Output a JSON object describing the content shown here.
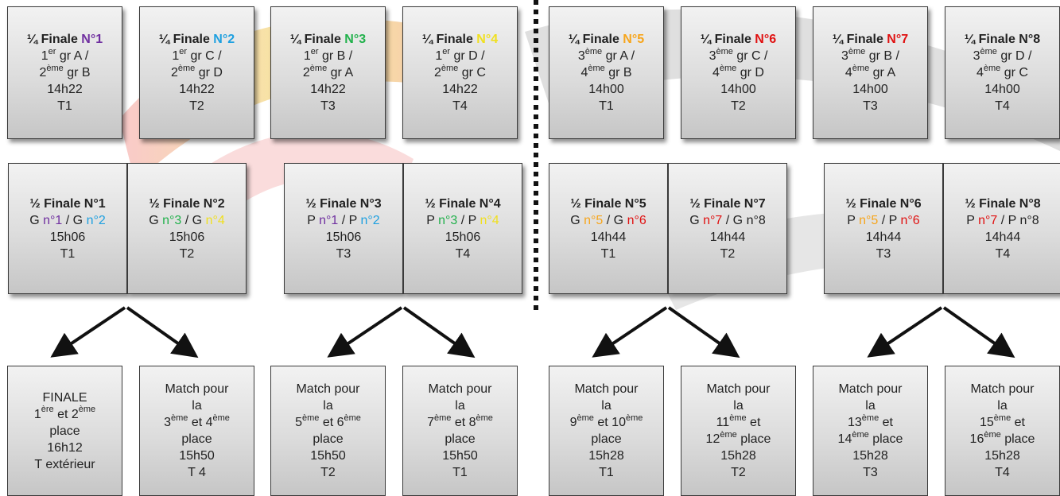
{
  "colors": {
    "purple": "#7030a0",
    "cyan": "#1ea0e0",
    "green": "#22b14c",
    "yellow": "#f0e020",
    "orange": "#f7a51b",
    "red": "#e01010",
    "dark": "#222222"
  },
  "quarter": [
    {
      "title": "¼ Finale ",
      "num": "N°1",
      "numColor": "purple",
      "m1": "1",
      "s1": "er",
      "g1": " gr A /",
      "m2": "2",
      "s2": "ème",
      "g2": " gr B",
      "time": "14h22",
      "court": "T1"
    },
    {
      "title": "¼ Finale ",
      "num": "N°2",
      "numColor": "cyan",
      "m1": "1",
      "s1": "er",
      "g1": " gr C /",
      "m2": "2",
      "s2": "ème",
      "g2": " gr D",
      "time": "14h22",
      "court": "T2"
    },
    {
      "title": "¼ Finale ",
      "num": "N°3",
      "numColor": "green",
      "m1": "1",
      "s1": "er",
      "g1": " gr B /",
      "m2": "2",
      "s2": "ème",
      "g2": " gr A",
      "time": "14h22",
      "court": "T3"
    },
    {
      "title": "¼ Finale ",
      "num": "N°4",
      "numColor": "yellow",
      "m1": "1",
      "s1": "er",
      "g1": " gr D /",
      "m2": "2",
      "s2": "ème",
      "g2": " gr C",
      "time": "14h22",
      "court": "T4"
    },
    {
      "title": "¼ Finale ",
      "num": "N°5",
      "numColor": "orange",
      "m1": "3",
      "s1": "ème",
      "g1": " gr A /",
      "m2": "4",
      "s2": "ème",
      "g2": " gr B",
      "time": "14h00",
      "court": "T1"
    },
    {
      "title": "¼ Finale ",
      "num": "N°6",
      "numColor": "red",
      "m1": "3",
      "s1": "ème",
      "g1": " gr C /",
      "m2": "4",
      "s2": "ème",
      "g2": " gr D",
      "time": "14h00",
      "court": "T2"
    },
    {
      "title": "¼ Finale ",
      "num": "N°7",
      "numColor": "red",
      "m1": "3",
      "s1": "ème",
      "g1": " gr B /",
      "m2": "4",
      "s2": "ème",
      "g2": " gr A",
      "time": "14h00",
      "court": "T3"
    },
    {
      "title": "¼ Finale ",
      "num": "N°8",
      "numColor": "dark",
      "m1": "3",
      "s1": "ème",
      "g1": " gr D /",
      "m2": "4",
      "s2": "ème",
      "g2": " gr C",
      "time": "14h00",
      "court": "T4"
    }
  ],
  "semi": [
    {
      "title": "½ Finale N°1",
      "p1": "G ",
      "n1": "n°1",
      "c1": "purple",
      "sep": " / G ",
      "n2": "n°2",
      "c2": "cyan",
      "time": "15h06",
      "court": "T1"
    },
    {
      "title": "½ Finale N°2",
      "p1": "G ",
      "n1": "n°3",
      "c1": "green",
      "sep": " / G ",
      "n2": "n°4",
      "c2": "yellow",
      "time": "15h06",
      "court": "T2"
    },
    {
      "title": "½ Finale N°3",
      "p1": "P ",
      "n1": "n°1",
      "c1": "purple",
      "sep": " / P ",
      "n2": "n°2",
      "c2": "cyan",
      "time": "15h06",
      "court": "T3"
    },
    {
      "title": "½ Finale N°4",
      "p1": "P ",
      "n1": "n°3",
      "c1": "green",
      "sep": " / P ",
      "n2": "n°4",
      "c2": "yellow",
      "time": "15h06",
      "court": "T4"
    },
    {
      "title": "½ Finale N°5",
      "p1": "G ",
      "n1": "n°5",
      "c1": "orange",
      "sep": " / G ",
      "n2": "n°6",
      "c2": "red",
      "time": "14h44",
      "court": "T1"
    },
    {
      "title": "½ Finale N°7",
      "p1": "G ",
      "n1": "n°7",
      "c1": "red",
      "sep": " / G ",
      "n2": "n°8",
      "c2": "dark",
      "time": "14h44",
      "court": "T2"
    },
    {
      "title": "½ Finale N°6",
      "p1": "P ",
      "n1": "n°5",
      "c1": "orange",
      "sep": " / P ",
      "n2": "n°6",
      "c2": "red",
      "time": "14h44",
      "court": "T3"
    },
    {
      "title": "½ Finale N°8",
      "p1": "P ",
      "n1": "n°7",
      "c1": "red",
      "sep": " / P ",
      "n2": "n°8",
      "c2": "dark",
      "time": "14h44",
      "court": "T4"
    }
  ],
  "finals": [
    {
      "lines": [
        [
          "FINALE"
        ],
        [
          "1",
          "ère",
          " et 2",
          "ème"
        ],
        [
          "place"
        ],
        [
          "16h12"
        ],
        [
          "T extérieur"
        ]
      ]
    },
    {
      "lines": [
        [
          "Match pour"
        ],
        [
          "la"
        ],
        [
          "3",
          "ème",
          " et 4",
          "ème"
        ],
        [
          "place"
        ],
        [
          "15h50"
        ],
        [
          "T 4"
        ]
      ]
    },
    {
      "lines": [
        [
          "Match pour"
        ],
        [
          "la"
        ],
        [
          "5",
          "ème",
          " et 6",
          "ème"
        ],
        [
          "place"
        ],
        [
          "15h50"
        ],
        [
          "T2"
        ]
      ]
    },
    {
      "lines": [
        [
          "Match pour"
        ],
        [
          "la"
        ],
        [
          "7",
          "ème",
          " et 8",
          "ème"
        ],
        [
          "place"
        ],
        [
          "15h50"
        ],
        [
          "T1"
        ]
      ]
    },
    {
      "lines": [
        [
          "Match pour"
        ],
        [
          "la"
        ],
        [
          "9",
          "ème",
          " et 10",
          "ème"
        ],
        [
          "place"
        ],
        [
          "15h28"
        ],
        [
          "T1"
        ]
      ]
    },
    {
      "lines": [
        [
          "Match pour"
        ],
        [
          "la"
        ],
        [
          "11",
          "ème",
          "  et"
        ],
        [
          "12",
          "ème",
          " place"
        ],
        [
          "15h28"
        ],
        [
          "T2"
        ]
      ]
    },
    {
      "lines": [
        [
          "Match pour"
        ],
        [
          "la"
        ],
        [
          "13",
          "ème",
          "  et"
        ],
        [
          "14",
          "ème",
          " place"
        ],
        [
          "15h28"
        ],
        [
          "T3"
        ]
      ]
    },
    {
      "lines": [
        [
          "Match pour"
        ],
        [
          "la"
        ],
        [
          "15",
          "ème",
          "  et"
        ],
        [
          "16",
          "ème",
          " place"
        ],
        [
          "15h28"
        ],
        [
          "T4"
        ]
      ]
    }
  ]
}
